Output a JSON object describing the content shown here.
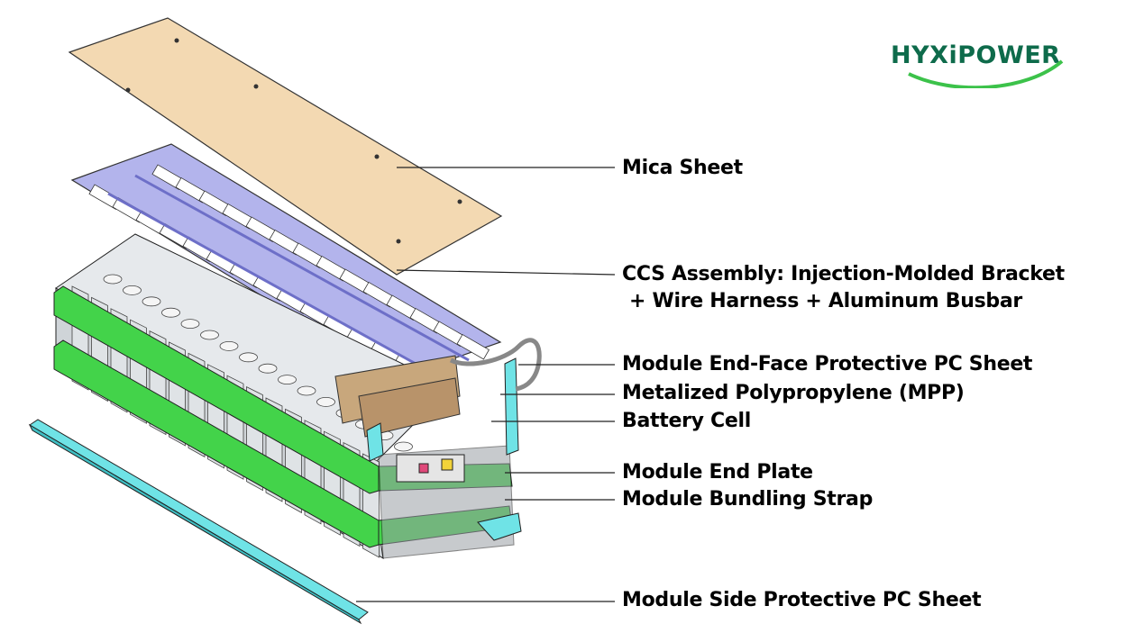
{
  "logo": {
    "text": "HYXiPOWER",
    "text_color": "#0e6b4b",
    "swoosh_color": "#3cc24a"
  },
  "colors": {
    "mica": "#f3d9b2",
    "ccs_bracket": "#b3b4ec",
    "strap": "#43d34a",
    "pc_sheet": "#6fe3e6",
    "cell": "#dfe3e6",
    "mpp": "#c8a77c"
  },
  "labels": {
    "mica_sheet": "Mica Sheet",
    "ccs_line1": "CCS Assembly: Injection-Molded Bracket",
    "ccs_line2": "+ Wire Harness + Aluminum Busbar",
    "end_face_pc": "Module End-Face Protective PC Sheet",
    "mpp": "Metalized Polypropylene (MPP)",
    "battery_cell": "Battery Cell",
    "end_plate": "Module End Plate",
    "bundling_strap": "Module Bundling Strap",
    "side_pc": "Module Side Protective PC Sheet"
  }
}
